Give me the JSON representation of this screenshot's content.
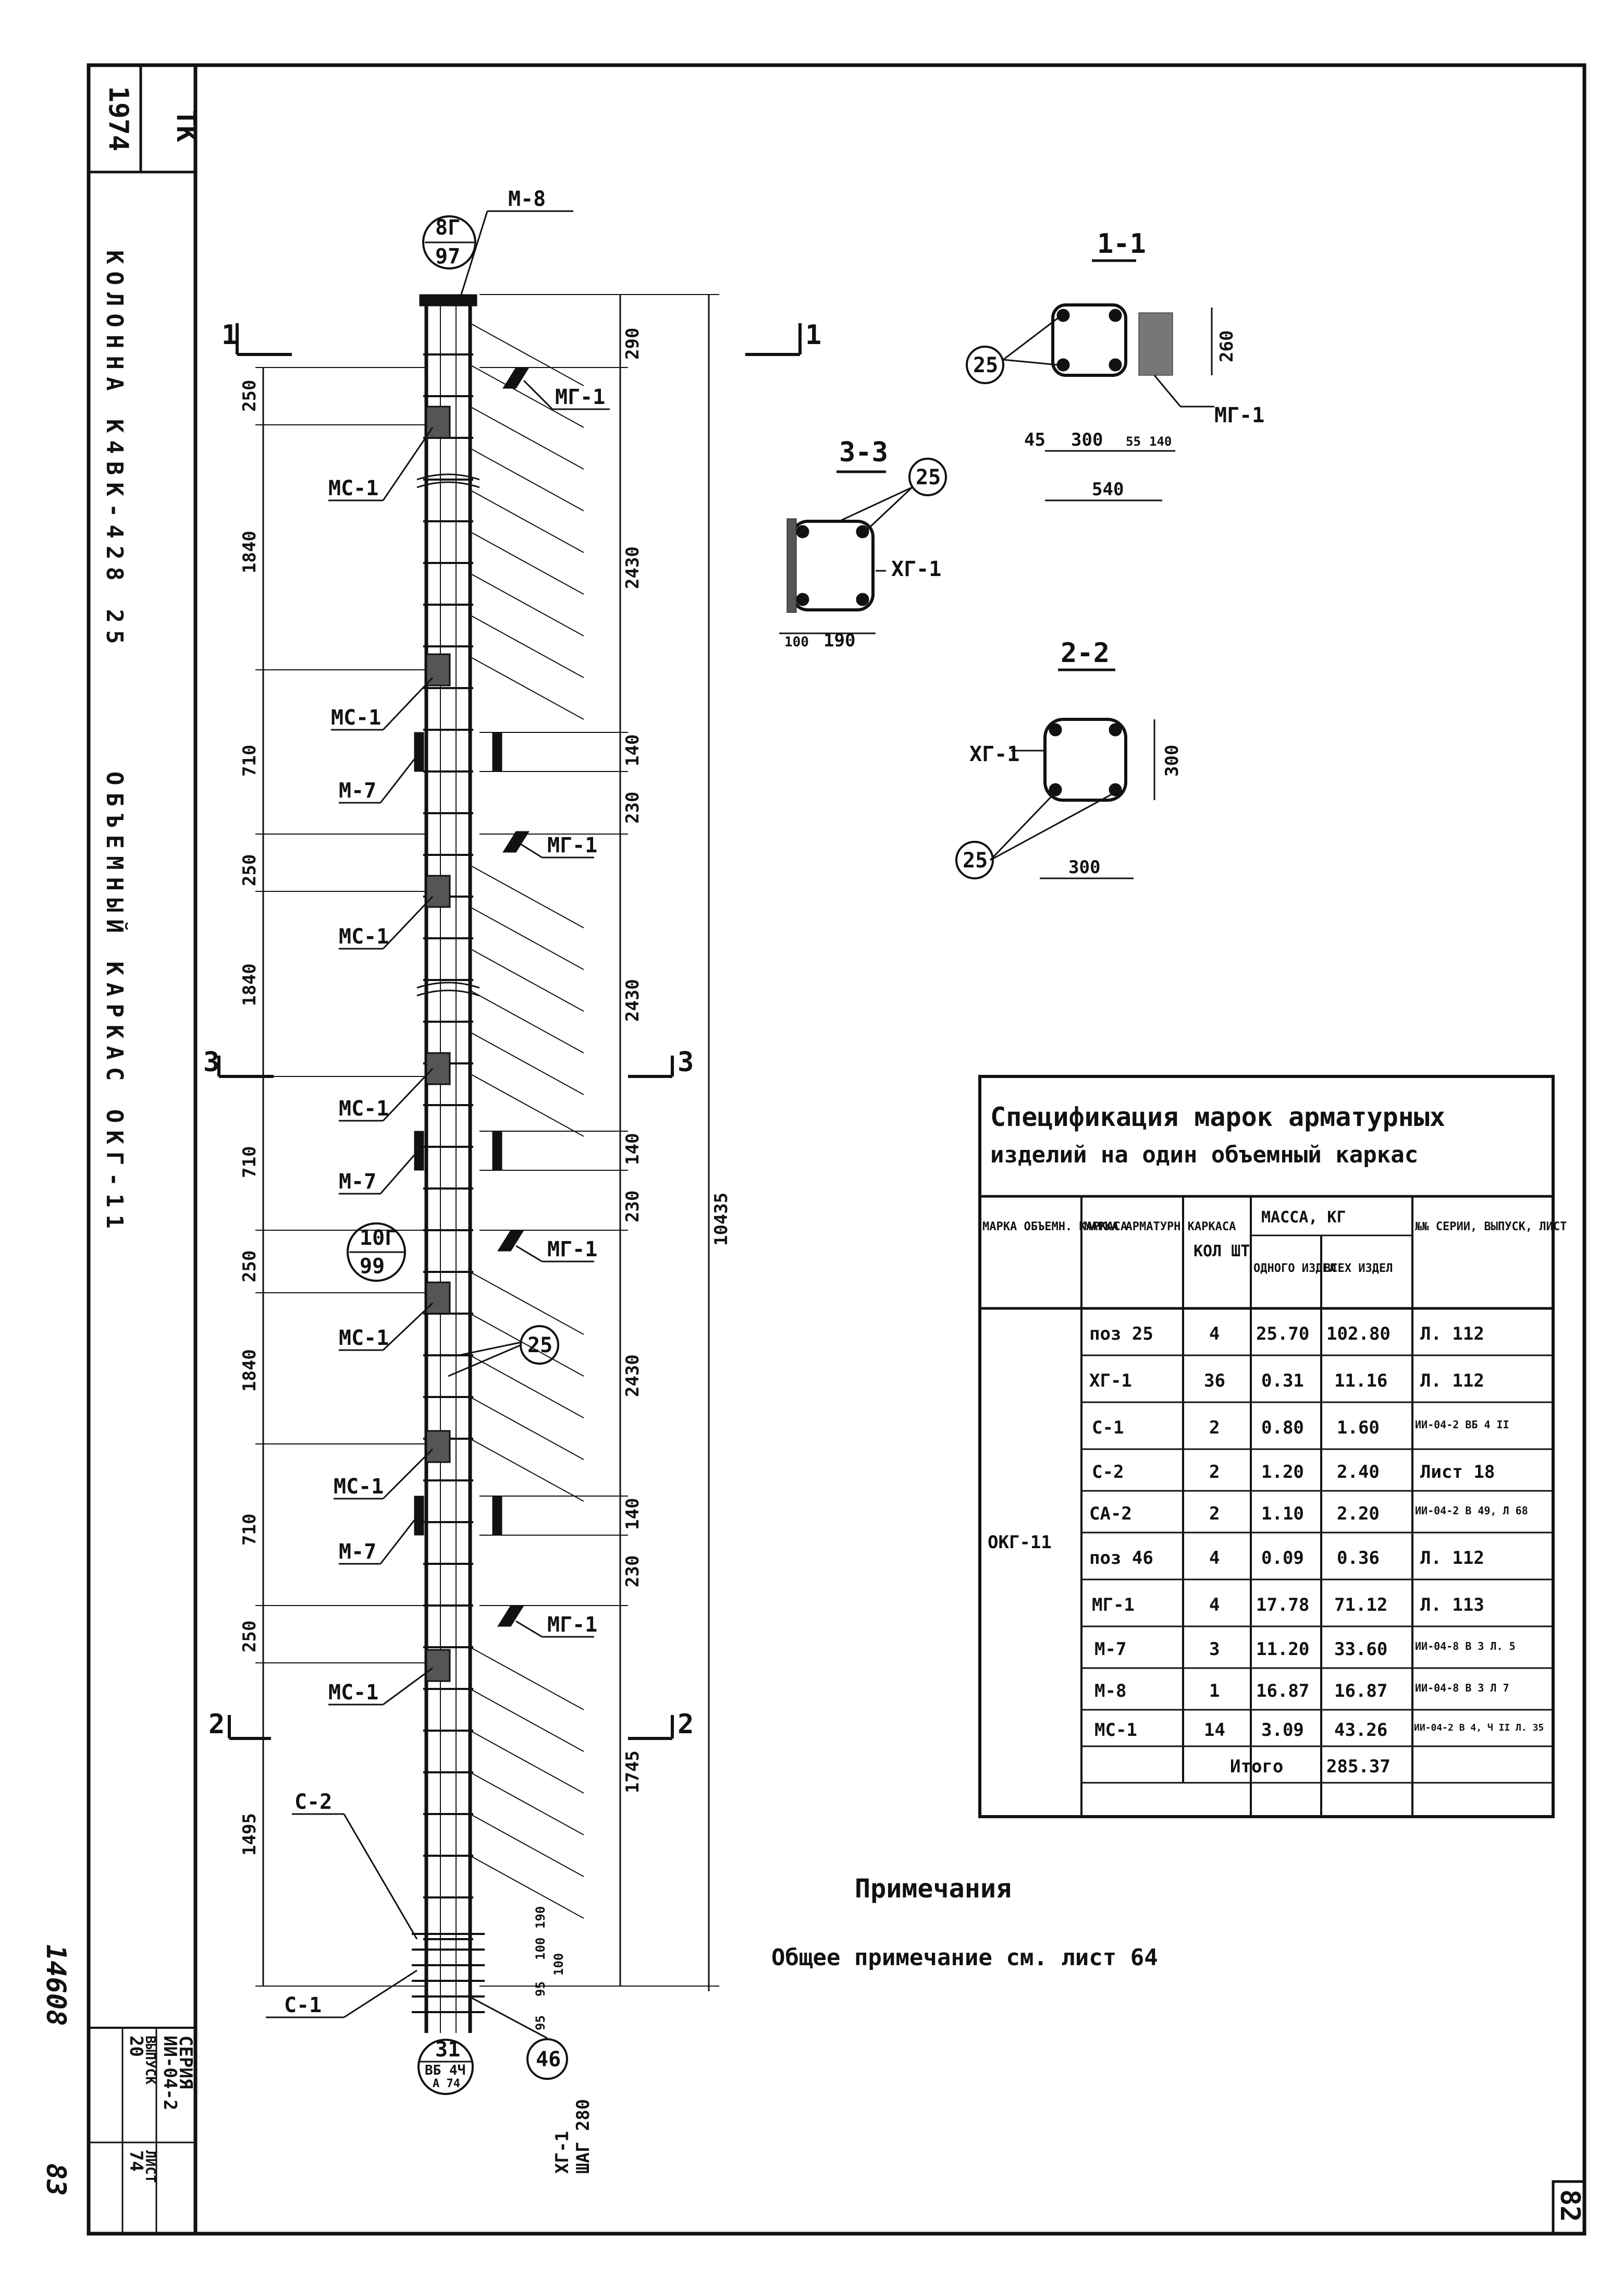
{
  "stamp": {
    "tk": "ТК",
    "year": "1974"
  },
  "title": {
    "line1": "КОЛОННА К4ВК-428 25",
    "line2": "ОБЪЕМНЫЙ КАРКАС ОКГ-11"
  },
  "bottom_block": {
    "seria_label": "СЕРИЯ",
    "seria_value": "ИИ-04-2",
    "vypusk_label": "ВЫПУСК",
    "vypusk_value": "20",
    "list_label": "ЛИСТ",
    "list_value": "74",
    "inventory": "14608",
    "inventory_small": "83"
  },
  "page_number": "82",
  "column": {
    "top_node": {
      "num": "8Г",
      "den": "97"
    },
    "top_marker": "М-8",
    "mid_node": {
      "num": "10Г",
      "den": "99"
    },
    "bottom_node": {
      "num": "31",
      "den": "ВБ 4Ч",
      "sub": "А 74"
    },
    "marker_46": "46",
    "marker_25": "25",
    "labels": {
      "mg1": "МГ-1",
      "mc1": "МС-1",
      "m7": "М-7",
      "c1": "С-1",
      "c2": "С-2",
      "xg1_step": "ХГ-1",
      "step": "ШАГ 280"
    },
    "left_dims": [
      "250",
      "1840",
      "710",
      "250",
      "1840",
      "710",
      "250",
      "1840",
      "710",
      "250",
      "1495"
    ],
    "right_dims": [
      "290",
      "2430",
      "140",
      "230",
      "2430",
      "140",
      "230",
      "2430",
      "140",
      "230",
      "1745"
    ],
    "small_dims": [
      "190",
      "100",
      "100",
      "95",
      "95"
    ],
    "total": "10435",
    "section_marks": {
      "s1": "1",
      "s2": "2",
      "s3": "3"
    }
  },
  "sections": {
    "s11": {
      "title": "1-1",
      "mark": "25",
      "label": "МГ-1",
      "d260": "260",
      "d45": "45",
      "d300": "300",
      "d55": "55",
      "d140": "140",
      "d540": "540"
    },
    "s33": {
      "title": "3-3",
      "mark": "25",
      "label": "ХГ-1",
      "d100": "100",
      "d190": "190"
    },
    "s22": {
      "title": "2-2",
      "mark": "25",
      "label": "ХГ-1",
      "d300v": "300",
      "d300h": "300"
    }
  },
  "spec": {
    "title_line1": "Спецификация марок арматурных",
    "title_line2": "изделий на один объемный каркас",
    "headers": {
      "col1": "МАРКА ОБЪЕМН. КАРКАСА",
      "col2": "МАРКА АРМАТУРН КАРКАСА",
      "col3": "КОЛ ШТ",
      "mass": "МАССА, КГ",
      "mass_one": "ОДНОГО ИЗДЕЛ",
      "mass_all": "ВСЕХ ИЗДЕЛ",
      "col6": "№№ СЕРИИ, ВЫПУСК, ЛИСТ"
    },
    "group": "ОКГ-11",
    "rows": [
      {
        "mark": "поз 25",
        "qty": "4",
        "one": "25.70",
        "all": "102.80",
        "ref": "Л. 112"
      },
      {
        "mark": "ХГ-1",
        "qty": "36",
        "one": "0.31",
        "all": "11.16",
        "ref": "Л. 112"
      },
      {
        "mark": "С-1",
        "qty": "2",
        "one": "0.80",
        "all": "1.60",
        "ref": "ИИ-04-2 ВБ 4 II"
      },
      {
        "mark": "С-2",
        "qty": "2",
        "one": "1.20",
        "all": "2.40",
        "ref": "Лист 18"
      },
      {
        "mark": "СА-2",
        "qty": "2",
        "one": "1.10",
        "all": "2.20",
        "ref": "ИИ-04-2 В 49, Л 68"
      },
      {
        "mark": "поз 46",
        "qty": "4",
        "one": "0.09",
        "all": "0.36",
        "ref": "Л. 112"
      },
      {
        "mark": "МГ-1",
        "qty": "4",
        "one": "17.78",
        "all": "71.12",
        "ref": "Л. 113"
      },
      {
        "mark": "М-7",
        "qty": "3",
        "one": "11.20",
        "all": "33.60",
        "ref": "ИИ-04-8 В 3 Л. 5"
      },
      {
        "mark": "М-8",
        "qty": "1",
        "one": "16.87",
        "all": "16.87",
        "ref": "ИИ-04-8 В 3 Л 7"
      },
      {
        "mark": "МС-1",
        "qty": "14",
        "one": "3.09",
        "all": "43.26",
        "ref": "ИИ-04-2 В 4, Ч II Л. 35"
      }
    ],
    "total_label": "Итого",
    "total_value": "285.37"
  },
  "notes": {
    "title": "Примечания",
    "text": "Общее примечание см. лист 64"
  }
}
